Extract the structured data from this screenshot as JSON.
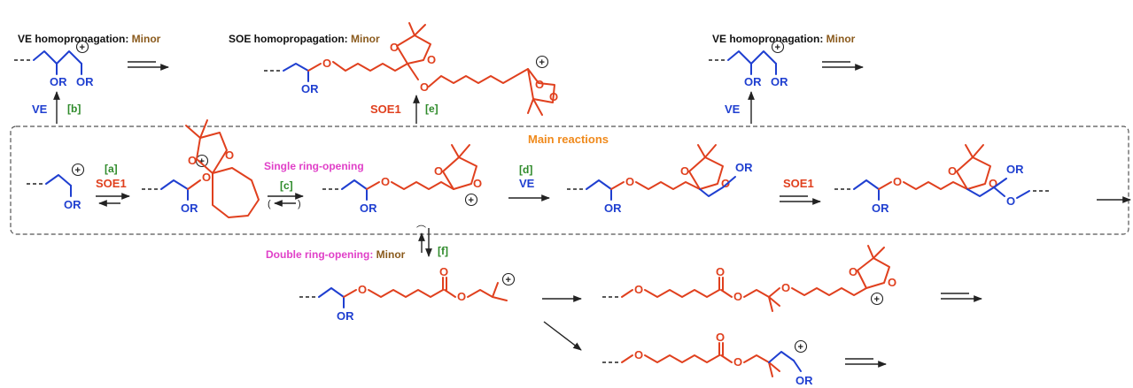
{
  "colors": {
    "vinyl_ether_blue": "#1f3fd0",
    "soe_red": "#e0401e",
    "step_green": "#2e8a2a",
    "main_orange": "#f08a1c",
    "ring_opening_pink": "#e040c8",
    "minor_brown": "#8a5a1c"
  },
  "titles": {
    "ve_homo": "VE homopropagation: ",
    "soe_homo": "SOE homopropagation: ",
    "minor": "Minor",
    "main_reactions": "Main reactions",
    "single_ring_opening": "Single ring-opening",
    "double_ring_opening": "Double ring-opening: ",
    "double_minor": "Minor"
  },
  "labels": {
    "ve": "VE",
    "soe1": "SOE1",
    "or": "OR",
    "o": "O",
    "plus": "+"
  },
  "steps": {
    "a": "[a]",
    "b": "[b]",
    "c": "[c]",
    "d": "[d]",
    "e": "[e]",
    "f": "[f]"
  }
}
